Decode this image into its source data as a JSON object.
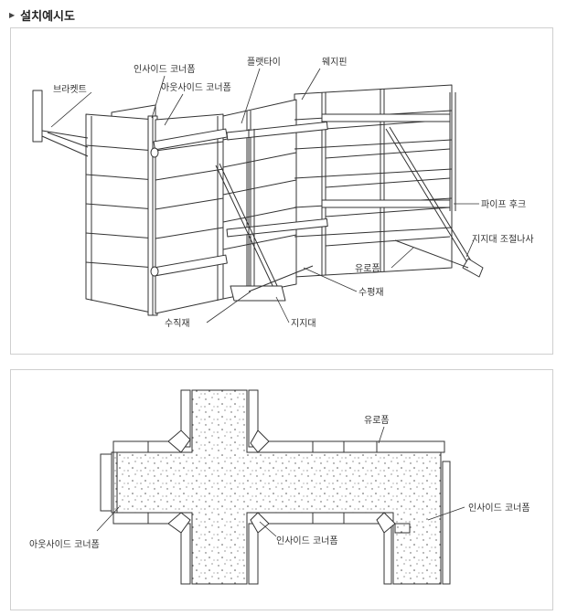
{
  "title": "설치예시도",
  "diagram1": {
    "labels": {
      "bracket": "브라켓트",
      "inside_corner": "인사이드 코너폼",
      "outside_corner": "아웃사이드 코너폼",
      "flat_tie": "플랫타이",
      "wedge_pin": "웨지핀",
      "pipe_hook": "파이프 후크",
      "jack_screw": "지지대 조절나사",
      "euro_form": "유로폼",
      "horizontal": "수평재",
      "vertical": "수직재",
      "support": "지지대"
    }
  },
  "diagram2": {
    "labels": {
      "euro_form": "유로폼",
      "inside_corner_right": "인사이드 코너폼",
      "outside_corner": "아웃사이드 코너폼",
      "inside_corner_center": "인사이드 코너폼"
    }
  }
}
